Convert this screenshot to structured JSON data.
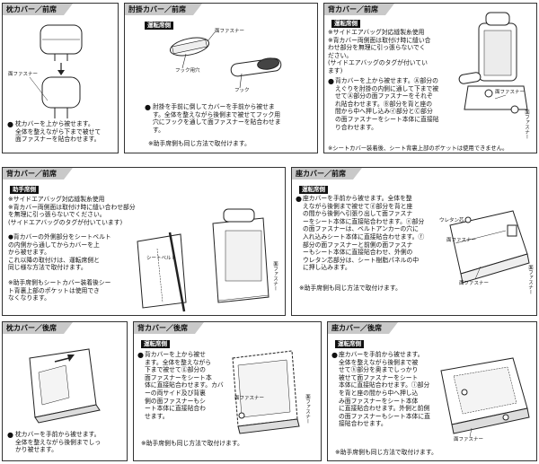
{
  "panels": {
    "p1": {
      "header": "枕カバー／前席",
      "label_zipper": "面ファスナー",
      "text": "枕カバーを上から被せます。\n全体を整えながら下まで被せて\n面ファスナーを貼合わせます。"
    },
    "p2": {
      "header": "肘掛カバー／前席",
      "badge": "運転席側",
      "label_zipper": "面ファスナー",
      "label_hook_hole": "フック用穴",
      "label_hook": "フック",
      "text": "肘掛を手前に倒してカバーを手前から被せま\nす。全体を整えながら後側まで被せてフック用\n穴にフックを通して面ファスナーを貼合わせま\nす。",
      "note": "※助手席側も同じ方法で取付けます。"
    },
    "p3": {
      "header": "背カバー／前席",
      "badge": "運転席側",
      "notes": "※サイドエアバッグ対応縫製糸使用\n※背カバー両側面は取付け時に縫い合\n  わせ部分を無理に引っ張らないでく\n  ださい。\n  (サイドエアバッグのタグが付いてい\n  ます)",
      "text": "背カバーを上から被せます。Ⓐ部分の\nえぐりを肘掛の内側に通して下まで被\nせてⒶ部分の面ファスナーをそれぞ\nれ貼合わせます。Ⓑ部分を背と座の\n間から中へ押し込み㋑部分とⒸ部分\nの面ファスナーをシート本体に直接貼\nり合わせます。",
      "note": "※シートカバー装着後、シート背裏上部のポケットは使用できません。",
      "label_zipper": "面ファスナー",
      "label_zipper_v": "面ファスナー"
    },
    "p4": {
      "header": "背カバー／前席",
      "badge": "助手席側",
      "notes": "※サイドエアバッグ対応縫製糸使用\n※背カバー両側面は取付け時に縫い合わせ部分\n  を無理に引っ張らないでください。\n  (サイドエアバッグのタグが付いています)",
      "text": "●背カバーの外側部分をシートベルト\n  の内側から通してからカバーを上\n  から被せます。\n  これ以降の取付けは、運転席側と\n  同じ様な方法で取付けます。",
      "note": "※助手席側もシートカバー装着後シー\n  ト背裏上部のポケットは使用でき\n  なくなります。",
      "label_belt": "シートベルト",
      "label_zipper_v": "面ファスナー"
    },
    "p5": {
      "header": "座カバー／前席",
      "badge": "運転席側",
      "text": "座カバーを手前から被せます。全体を整\nえながら後側まで被せてⓓ部分を背と座\nの間から後側へ引張り出して面ファスナ\nーをシート本体に直接貼合わせます。ⓔ部分\nの面ファスナーは、ベルトアンカーの穴に\n入れ込みシート本体に直接貼合わせます。ⓕ\n部分の面ファスナーと前側の面ファスナ\nーもシート本体に直接貼合わせ、外側の\nウレタン芯部分は、シート樹脂パネルの中\nに押し込みます。",
      "note": "※助手席側も同じ方法で取付けます。",
      "label_urethane": "ウレタン芯",
      "label_zipper1": "面ファスナー",
      "label_zipper2": "面ファスナー",
      "label_zipper_v": "面ファスナー"
    },
    "p6": {
      "header": "枕カバー／後席",
      "text": "枕カバーを手前から被せます。\n全体を整えながら後側までしっ\nかり被せます。"
    },
    "p7": {
      "header": "背カバー／後席",
      "badge": "運転席側",
      "text": "背カバーを上から被せ\nます。全体を整えながら\n下まで被せてⓖ部分の\n面ファスナーをシート本\n体に直接貼合わせます。カバ\nーの両サイド及び背裏\n側の面ファスナーもシ\nート本体に直接貼合わ\nせます。",
      "note": "※助手席側も同じ方法で取付けます。",
      "label_zipper": "面ファスナー",
      "label_zipper_v": "面ファスナー"
    },
    "p8": {
      "header": "座カバー／後席",
      "badge": "運転席側",
      "text": "座カバーを手前から被せます。\n全体を整えながら後側まで被\nせてⓗ部分を奥までしっかり\n被せて面ファスナーをシート\n本体に直接貼合わせます。ⓘ部分\nを背と座の間から中へ押し込\nみ面ファスナーをシート本体\nに直接貼合わせます。外側と前側\nの面ファスナーもシート本体に直\n接貼合わせます。",
      "note": "※助手席側も同じ方法で取付けます。",
      "label_zipper": "面ファスナー"
    }
  },
  "colors": {
    "header_bg": "#c9c9c9",
    "badge_bg": "#111111",
    "border": "#333333"
  }
}
